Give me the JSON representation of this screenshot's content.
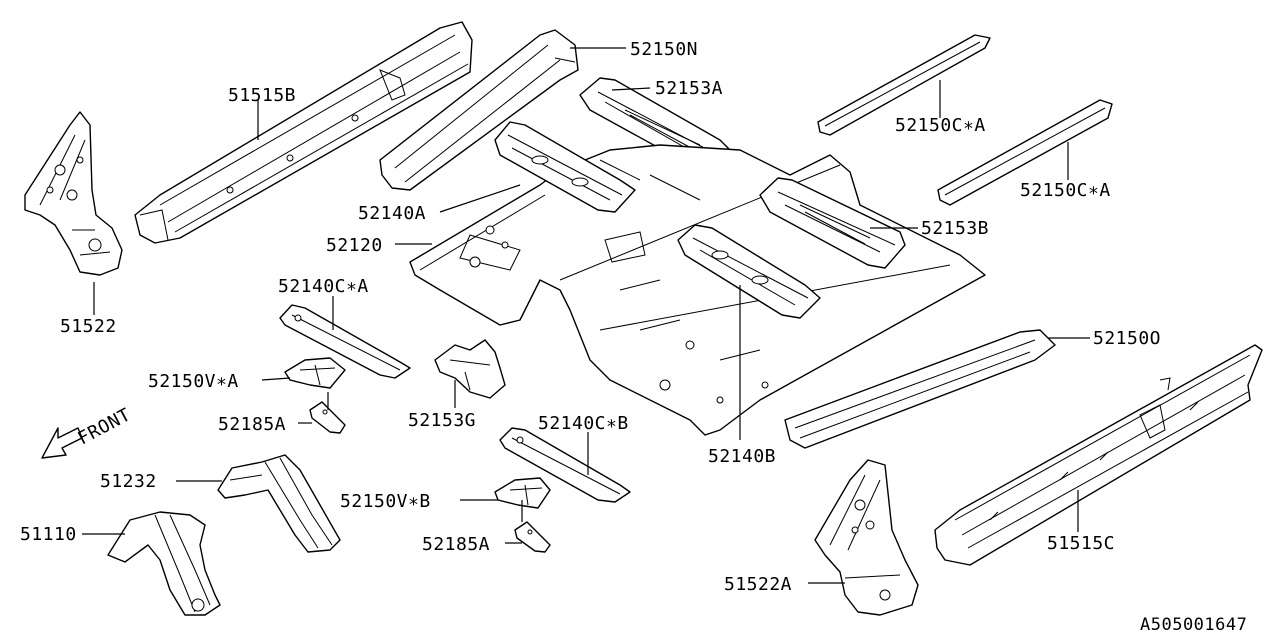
{
  "diagram": {
    "labels": {
      "p51515B": "51515B",
      "p52150N": "52150N",
      "p52153A": "52153A",
      "p52150CA1": "52150C∗A",
      "p52150CA2": "52150C∗A",
      "p51522": "51522",
      "p52140A": "52140A",
      "p52120": "52120",
      "p52153B": "52153B",
      "p52140CA": "52140C∗A",
      "p52150V_A": "52150V∗A",
      "p52185A_1": "52185A",
      "p52153G": "52153G",
      "p52140CB": "52140C∗B",
      "p52140B": "52140B",
      "p52150O": "52150O",
      "p51232": "51232",
      "p52150V_B": "52150V∗B",
      "p51110": "51110",
      "p52185A_2": "52185A",
      "p51515C": "51515C",
      "p51522A": "51522A"
    },
    "front_label": "FRONT",
    "reference_code": "A505001647"
  }
}
